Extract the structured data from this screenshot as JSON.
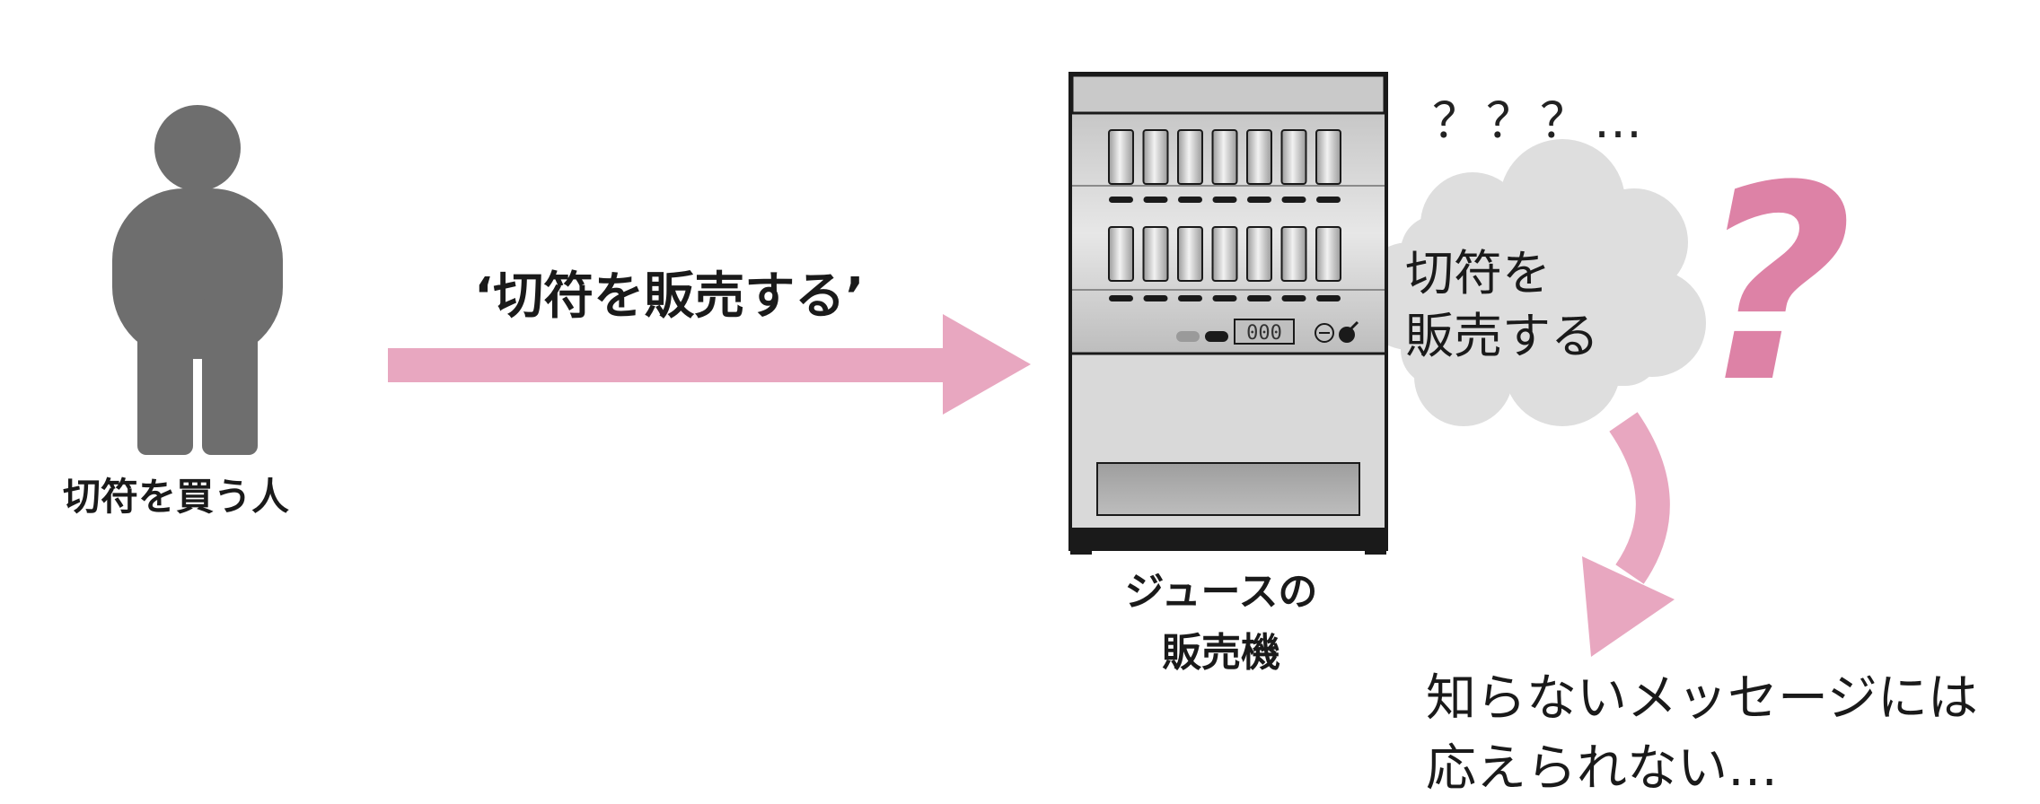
{
  "person": {
    "label": "切符を買う人"
  },
  "message": {
    "label": "‘切符を販売する’"
  },
  "machine": {
    "label_line1": "ジュースの",
    "label_line2": "販売機",
    "display_digits": "000"
  },
  "thought": {
    "confusion_text": "？？？…",
    "cloud_line1": "切符を",
    "cloud_line2": "販売する",
    "question_mark": "?"
  },
  "reply": {
    "line1": "知らないメッセージには",
    "line2": "応えられない…"
  },
  "colors": {
    "accent_pink": "#e8a7c0",
    "question_pink": "#dd82a6",
    "person_gray": "#6e6e6e",
    "cloud_gray": "#dedede"
  }
}
